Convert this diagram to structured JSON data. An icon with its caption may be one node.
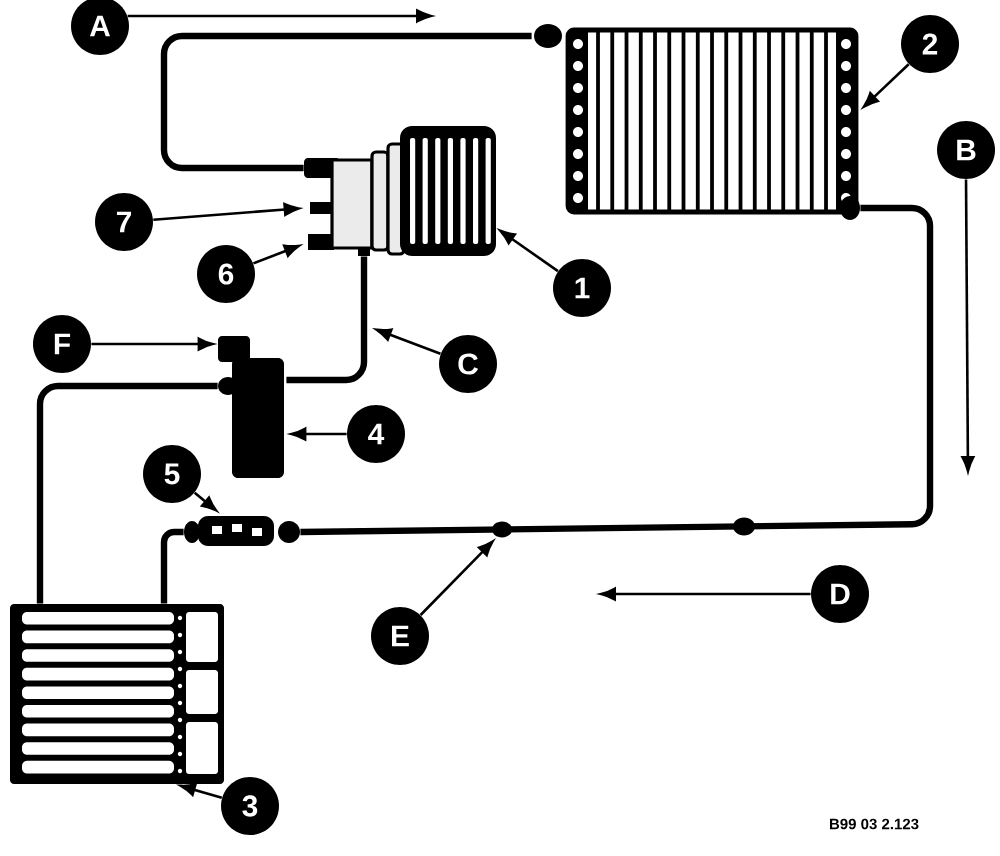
{
  "diagram": {
    "nodes": [
      {
        "text": [
          "A"
        ]
      },
      {
        "text": [],
        "shape": "picture"
      },
      {
        "text": [
          "2"
        ]
      },
      {
        "text": [],
        "shape": "picture"
      },
      {
        "text": [
          "B"
        ]
      },
      {
        "text": [
          "7"
        ]
      },
      {
        "text": [
          "6"
        ]
      },
      {
        "text": [
          "1"
        ]
      },
      {
        "text": [
          "F"
        ]
      },
      {
        "text": [],
        "shape": "cylinder"
      },
      {
        "text": [
          "C"
        ]
      },
      {
        "text": [
          "4"
        ]
      },
      {
        "text": [
          "5"
        ]
      },
      {
        "text": [],
        "shape": "picture"
      },
      {
        "text": [
          "D"
        ]
      },
      {
        "text": [],
        "shape": "picture"
      },
      {
        "text": [
          "E"
        ]
      },
      {
        "text": [
          "3"
        ]
      }
    ],
    "edges": [
      {
        "from": 0,
        "to": null,
        "arrow": "to"
      },
      {
        "from": 2,
        "to": 1,
        "arrow": "to"
      },
      {
        "from": 4,
        "to": null,
        "arrow": "to"
      },
      {
        "from": 5,
        "to": 3,
        "arrow": "to"
      },
      {
        "from": 6,
        "to": 3,
        "arrow": "to"
      },
      {
        "from": 7,
        "to": 3,
        "arrow": "to"
      },
      {
        "from": 8,
        "to": 9,
        "arrow": "to"
      },
      {
        "from": 10,
        "to": null,
        "arrow": "to"
      },
      {
        "from": 11,
        "to": 9,
        "arrow": "to"
      },
      {
        "from": 12,
        "to": 13,
        "arrow": "to"
      },
      {
        "from": 14,
        "to": null,
        "arrow": "to"
      },
      {
        "from": 16,
        "to": null,
        "arrow": "to"
      },
      {
        "from": 17,
        "to": 15,
        "arrow": "to"
      },
      {
        "from": 3,
        "to": 1,
        "arrow": "none",
        "style": "thick"
      },
      {
        "from": 1,
        "to": 13,
        "arrow": "none",
        "style": "thick"
      },
      {
        "from": 13,
        "to": 15,
        "arrow": "none",
        "style": "thick"
      },
      {
        "from": 15,
        "to": 9,
        "arrow": "none",
        "style": "thick"
      },
      {
        "from": 9,
        "to": 3,
        "arrow": "none",
        "style": "thick"
      }
    ],
    "labels": [
      "B99 03 2.123"
    ]
  }
}
